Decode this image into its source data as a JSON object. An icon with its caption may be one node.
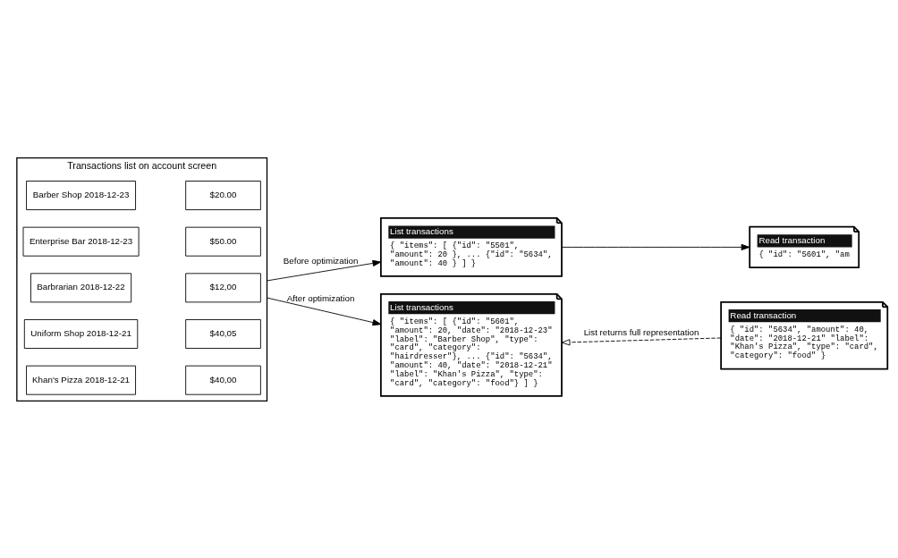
{
  "diagram": {
    "nodes": [
      {
        "text": [
          "Transactions list on account screen"
        ]
      },
      {
        "text": [
          "Barber Shop 2018-12-23"
        ],
        "in": 0
      },
      {
        "text": [
          "$20.00"
        ],
        "in": 0
      },
      {
        "text": [
          "Enterprise Bar 2018-12-23"
        ],
        "in": 0
      },
      {
        "text": [
          "$50.00"
        ],
        "in": 0
      },
      {
        "text": [
          "Barbrarian 2018-12-22"
        ],
        "in": 0
      },
      {
        "text": [
          "$12,00"
        ],
        "in": 0
      },
      {
        "text": [
          "Uniform Shop 2018-12-21"
        ],
        "in": 0
      },
      {
        "text": [
          "$40,05"
        ],
        "in": 0
      },
      {
        "text": [
          "Khan's Pizza 2018-12-21"
        ],
        "in": 0
      },
      {
        "text": [
          "$40,00"
        ],
        "in": 0
      },
      {
        "text": [
          "List transactions",
          "{ \"items\": [ {\"id\": \"5501\", \"amount\": 20 }, ... {\"id\": \"5634\", \"amount\": 40 } ] }"
        ]
      },
      {
        "text": [
          "Read transaction",
          "{ \"id\": \"5601\", \"am"
        ]
      },
      {
        "text": [
          "Read transaction",
          "{ \"id\": \"5634\", \"amount\": 40, \"date\": \"2018-12-21\" \"label\": \"Khan's Pizza\", \"type\": \"card\", \"category\": \"food\" }"
        ]
      },
      {
        "text": [
          "List transactions",
          "{ \"items\": [ {\"id\": \"5601\", \"amount\": 20, \"date\": \"2018-12-23\" \"label\": \"Barber Shop\", \"type\": \"card\", \"category\": \"hairdresser\"}, ... {\"id\": \"5634\", \"amount\": 40, \"date\": \"2018-12-21\" \"label\": \"Khan's Pizza\", \"type\": \"card\", \"category\": \"food\"} ] }"
        ]
      }
    ],
    "edges": [
      {
        "from": 0,
        "to": 11,
        "arrow": "to",
        "label": "Before optimization"
      },
      {
        "from": 0,
        "to": 14,
        "arrow": "to",
        "label": "After optimization"
      },
      {
        "from": 11,
        "to": 12,
        "arrow": "to"
      },
      {
        "from": 13,
        "to": 14,
        "arrow": "to",
        "style": "dashed",
        "label": "List returns full representation"
      }
    ]
  }
}
